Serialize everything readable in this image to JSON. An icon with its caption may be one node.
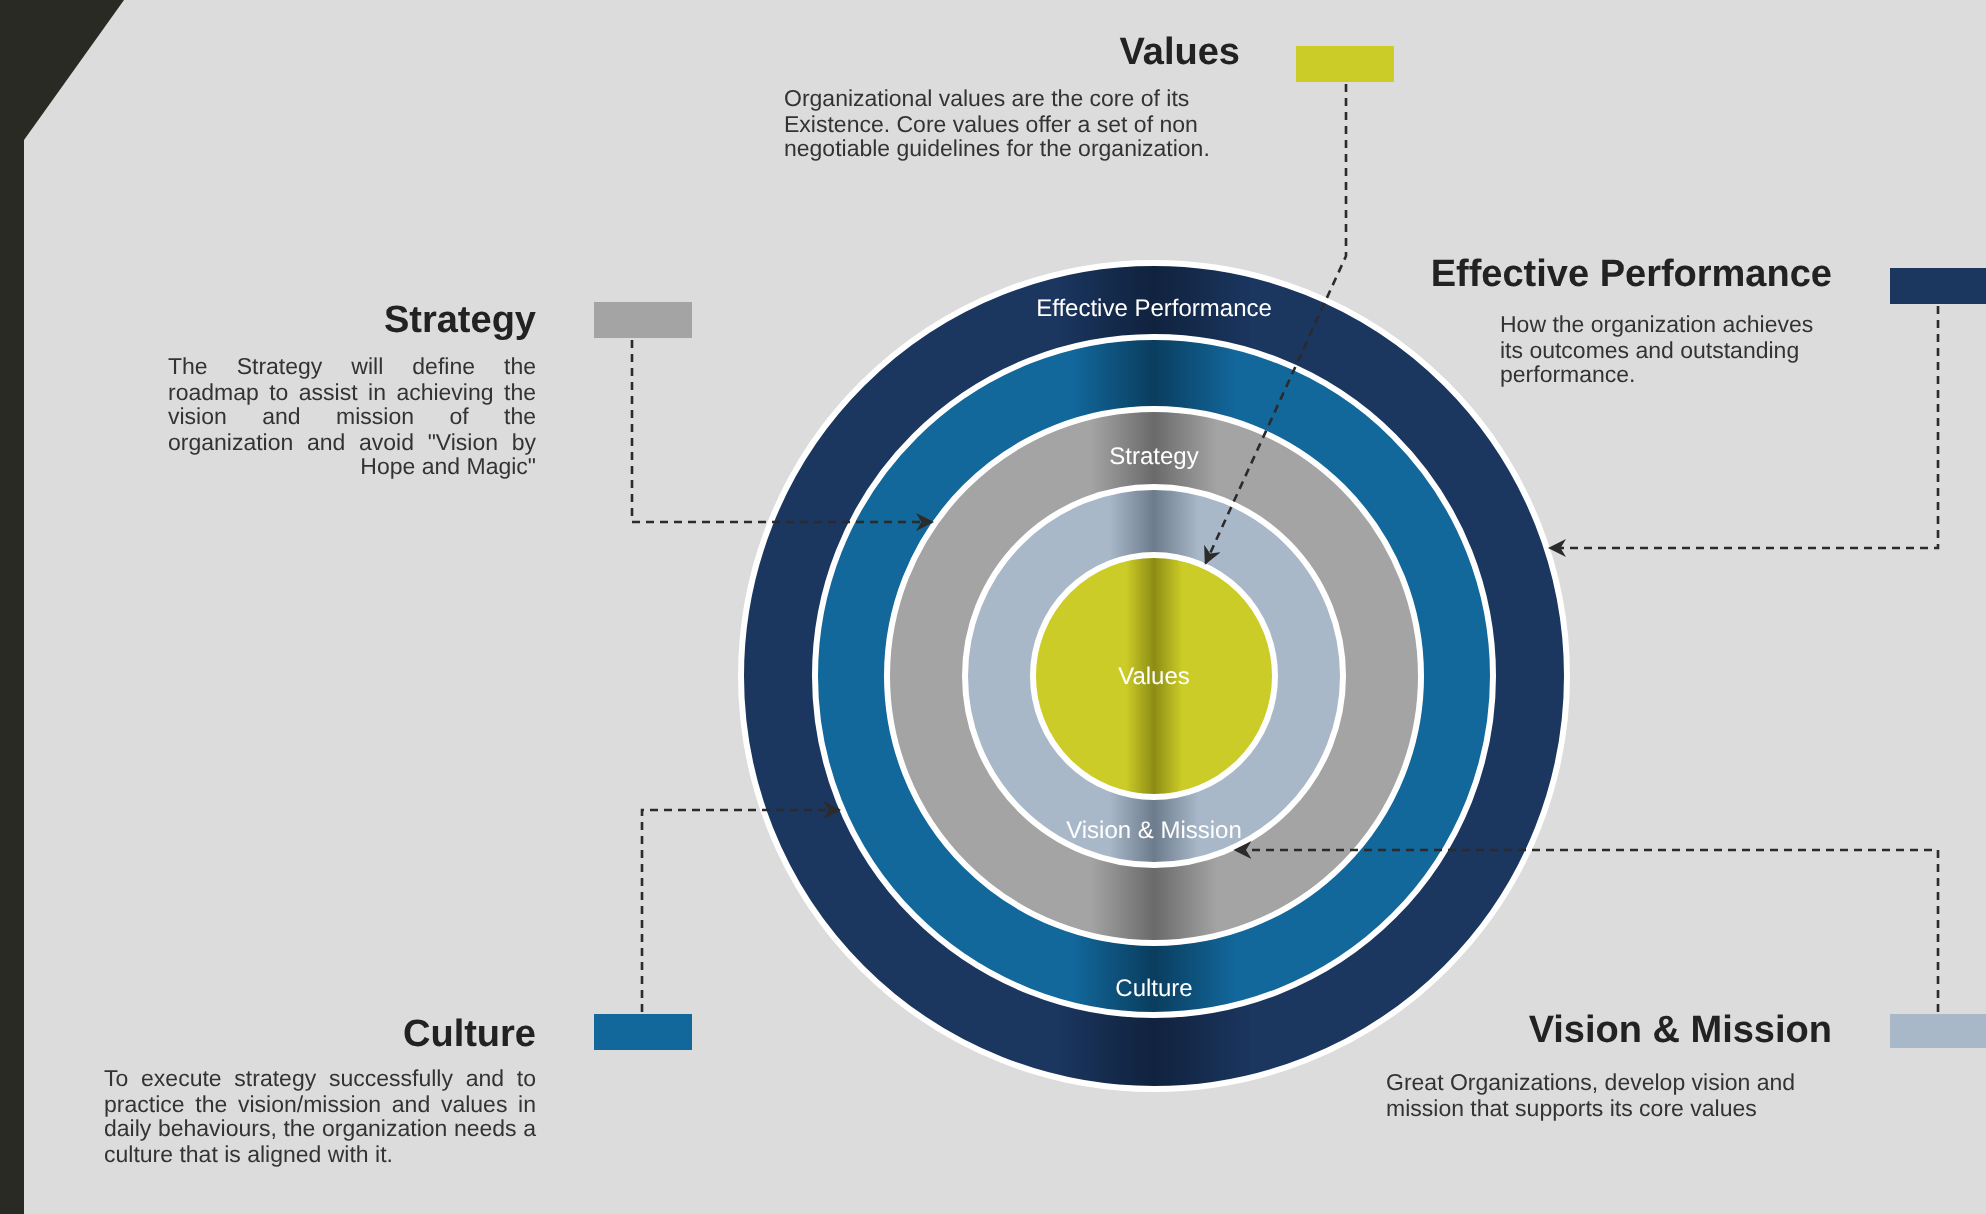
{
  "diagram": {
    "nodes": [
      {
        "text": [
          "Values",
          "Organizational values are the core of its Existence. Core values offer a set of non negotiable guidelines for the organization."
        ]
      },
      {
        "text": [
          "Strategy",
          "The Strategy will define the roadmap to assist in achieving the vision and mission of the organization and avoid \"Vision by Hope and Magic\""
        ]
      },
      {
        "text": [
          "Effective Performance",
          "How the organization achieves its outcomes and outstanding performance."
        ]
      },
      {
        "text": [
          "Effective Performance"
        ]
      },
      {
        "text": [
          "Culture"
        ],
        "in": 3
      },
      {
        "text": [
          "Strategy"
        ],
        "in": 4
      },
      {
        "text": [
          "Vision & Mission"
        ],
        "in": 5
      },
      {
        "text": [
          "Values"
        ],
        "in": 6
      },
      {
        "text": [
          "Culture",
          "To execute strategy successfully and to practice the vision/mission and values in daily behaviours, the organization needs a culture that is aligned with it."
        ]
      },
      {
        "text": [
          "Vision & Mission",
          "Great Organizations, develop vision and mission that supports its core values"
        ]
      }
    ],
    "edges": [
      {
        "from": 0,
        "to": 7,
        "arrow": "to",
        "style": "dashed"
      },
      {
        "from": 1,
        "to": 5,
        "arrow": "to",
        "style": "dashed"
      },
      {
        "from": 2,
        "to": 3,
        "arrow": "to",
        "style": "dashed"
      },
      {
        "from": 8,
        "to": 4,
        "arrow": "to",
        "style": "dashed"
      },
      {
        "from": 9,
        "to": 6,
        "arrow": "to",
        "style": "dashed"
      }
    ]
  }
}
